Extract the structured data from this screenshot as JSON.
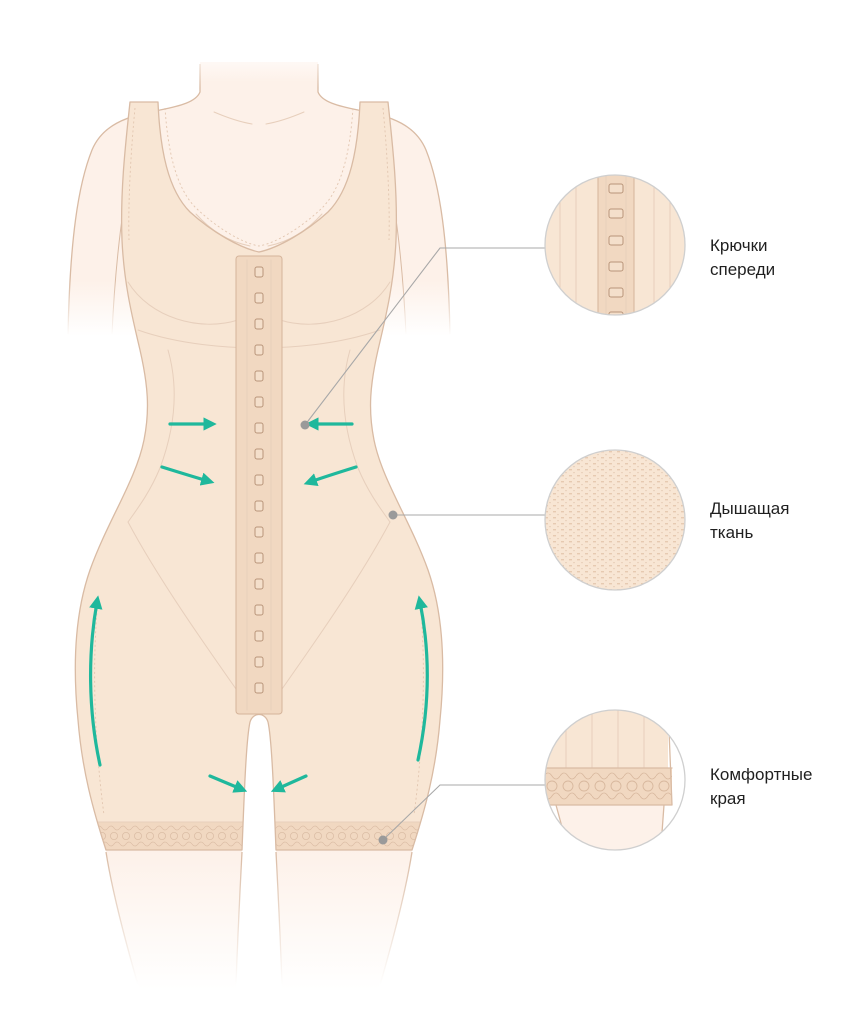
{
  "callouts": [
    {
      "lines": [
        "Крючки",
        "спереди"
      ]
    },
    {
      "lines": [
        "Дышащая",
        "ткань"
      ]
    },
    {
      "lines": [
        "Комфортные",
        "края"
      ]
    }
  ],
  "colors": {
    "arrow": "#1fb89c",
    "garment": "#f8e6d4",
    "skin": "#fdf1e9",
    "outline": "#d9bba4",
    "leader": "#a8a8a8",
    "text": "#1f1f1f"
  }
}
